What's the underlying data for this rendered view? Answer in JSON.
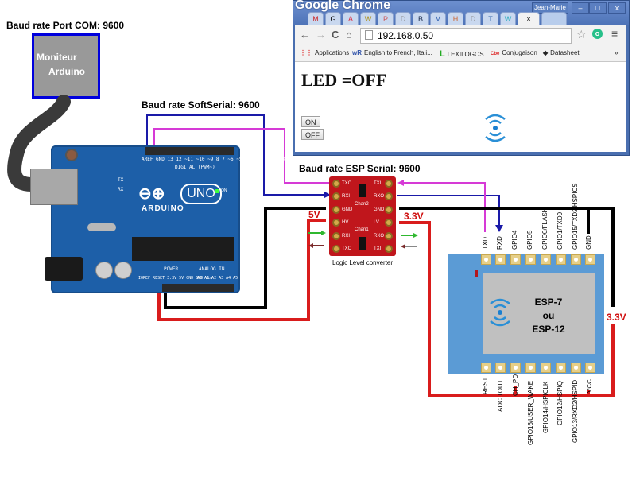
{
  "labels": {
    "baud_com": "Baud rate Port COM: 9600",
    "baud_softserial": "Baud rate SoftSerial: 9600",
    "baud_esp": "Baud rate ESP Serial: 9600",
    "v5": "5V",
    "v33_left": "3.3V",
    "v33_right": "3.3V",
    "llc_caption": "Logic Level converter"
  },
  "monitor": {
    "line1": "Moniteur",
    "line2": "Arduino"
  },
  "browser": {
    "app_title": "Google Chrome",
    "user": "Jean-Marie",
    "window_buttons": [
      "–",
      "□",
      "x"
    ],
    "tab_close": "×",
    "tabs": [
      "M",
      "G",
      "A",
      "W",
      "P",
      "D",
      "B",
      "M",
      "H",
      "D",
      "T",
      "W"
    ],
    "url": "192.168.0.50",
    "nav": {
      "back": "←",
      "forward": "→",
      "reload": "C",
      "home": "⌂"
    },
    "star": "☆",
    "menu": "≡",
    "bookmarks": [
      {
        "icon": "apps-grid-icon",
        "glyph": "⋮⋮",
        "label": "Applications"
      },
      {
        "icon": "wordreference-icon",
        "glyph": "wR",
        "label": "English to French, Itali..."
      },
      {
        "icon": "lexilogos-icon",
        "glyph": "L",
        "label": "LEXILOGOS"
      },
      {
        "icon": "conjugaison-icon",
        "glyph": "Cbe",
        "label": "Conjugaison"
      },
      {
        "icon": "datasheet-icon",
        "glyph": "◆",
        "label": "Datasheet"
      }
    ],
    "bookmarks_more": "»",
    "page": {
      "led_status": "LED =OFF",
      "on_button": "ON",
      "off_button": "OFF"
    }
  },
  "arduino": {
    "brand": "ARDUINO",
    "model": "UNO",
    "digital_label": "DIGITAL (PWM~)",
    "digital_pins": "AREF GND 13 12 ~11 ~10 ~9 8  7 ~6 ~5 4 ~3 2 TX→1 RX←0",
    "power_label": "POWER",
    "power_pins": "IOREF RESET 3.3V 5V GND GND Vin",
    "analog_label": "ANALOG IN",
    "analog_pins": "A0 A1 A2 A3 A4 A5",
    "on_label": "ON",
    "tx_label": "TX",
    "rx_label": "RX"
  },
  "llc": {
    "left_pins": [
      "TXO",
      "RXI",
      "GND",
      "HV",
      "RXI",
      "TXO"
    ],
    "right_pins": [
      "TXI",
      "RXO",
      "GND",
      "LV",
      "RXO",
      "TXI"
    ],
    "chan_labels": [
      "Chan2",
      "Chan1"
    ]
  },
  "esp": {
    "name_line1": "ESP-7",
    "name_line2": "ou",
    "name_line3": "ESP-12",
    "top_pins": [
      "TXD",
      "RXD",
      "GPIO4",
      "GPIO5",
      "GPIO0/FLASH",
      "GPIO1/TXD0",
      "GPIO15/TXD2/HSPICS",
      "GND"
    ],
    "bottom_pins": [
      "REST",
      "ADC TOUT",
      "CH_PD",
      "GPIO16/USER_WAKE",
      "GPIO14/HSPICLK",
      "GPIO12/HSPIQ",
      "GPIO13/RXD2/HSPID",
      "VCC"
    ]
  },
  "colors": {
    "wire_5v": "#d91c1c",
    "wire_gnd": "#000000",
    "wire_tx": "#d63ad6",
    "wire_rx": "#1a1aa8",
    "arrow_green": "#2fb82f",
    "arrow_brown": "#7a2a2a",
    "esp_board": "#5b9bd5",
    "monitor_border": "#0000dd"
  }
}
